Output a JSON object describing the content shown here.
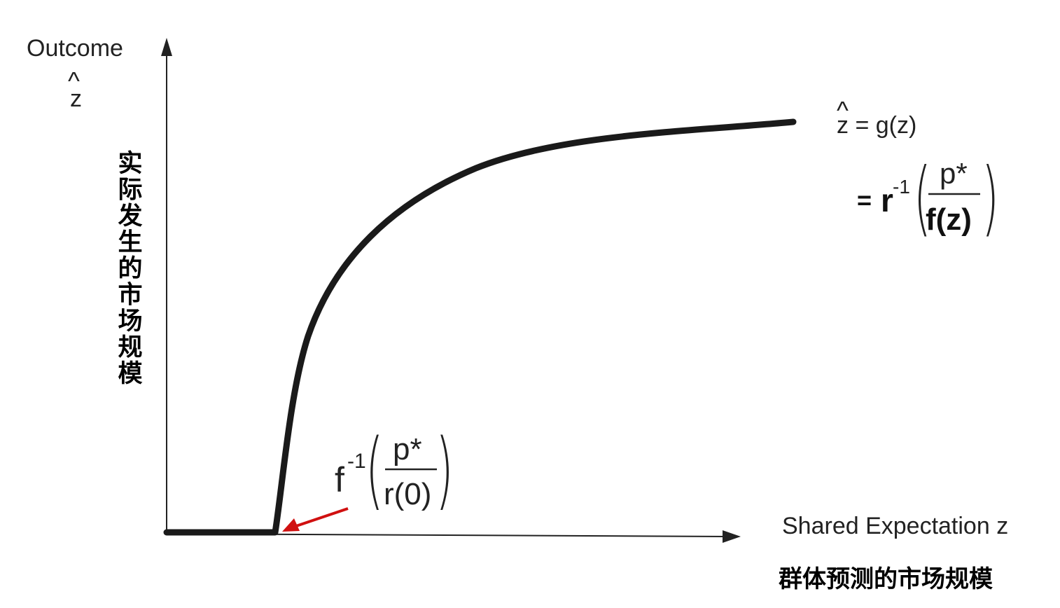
{
  "y_axis": {
    "label": "Outcome",
    "symbol_hat": "^",
    "symbol": "z",
    "cjk_label": "实际发生的市场规模"
  },
  "x_axis": {
    "label": "Shared Expectation z",
    "cjk_label": "群体预测的市场规模"
  },
  "curve_formula": {
    "hat": "^",
    "lhs": "z = g(z)",
    "eq": "=",
    "base": "r",
    "exponent": "-1",
    "numerator": "p*",
    "denominator": "f(z)"
  },
  "threshold_formula": {
    "base": "f",
    "exponent": "-1",
    "numerator": "p*",
    "denominator": "r(0)"
  },
  "colors": {
    "curve": "#1a1a1a",
    "axis": "#222222",
    "arrow": "#d01010",
    "background": "#ffffff"
  }
}
